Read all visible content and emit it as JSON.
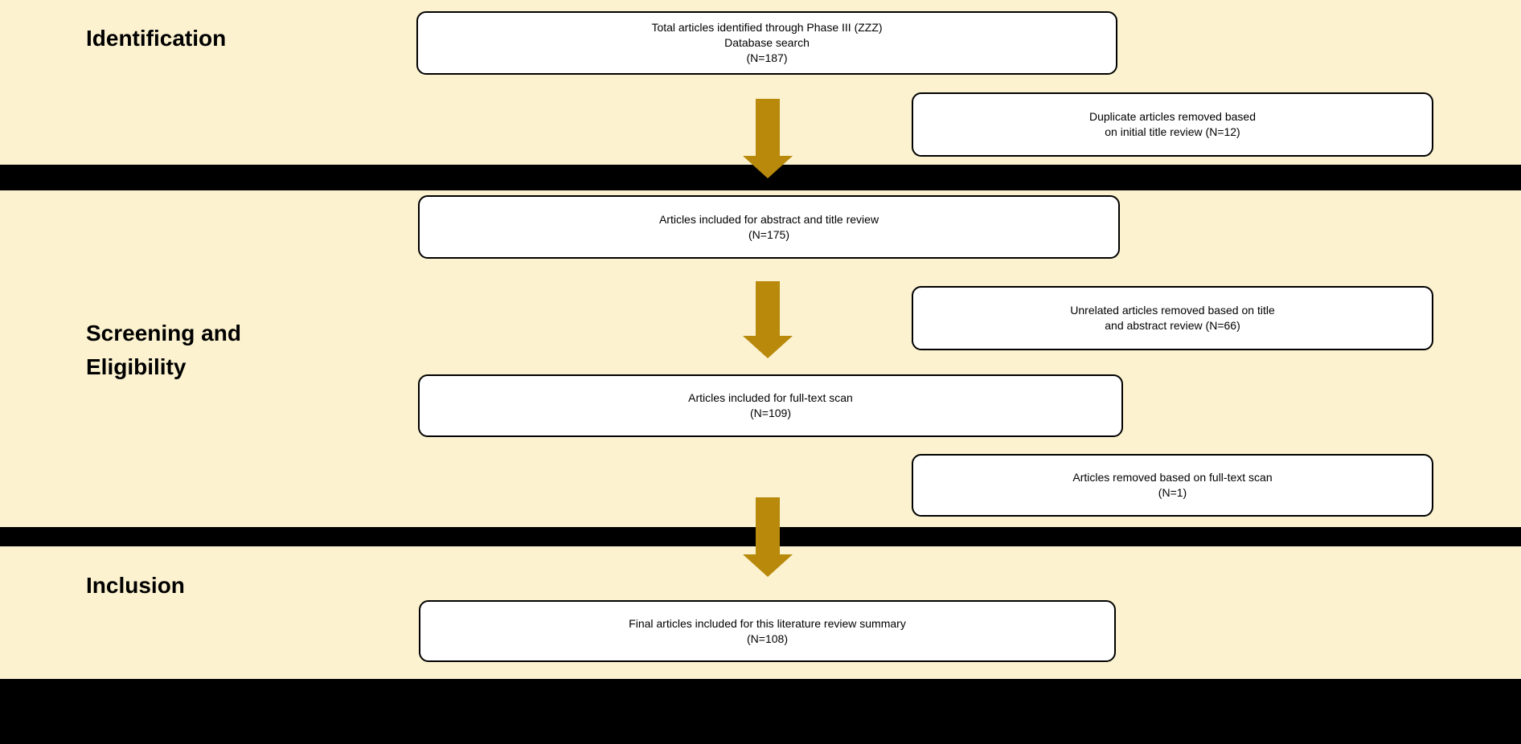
{
  "colors": {
    "background": "#FCF2CF",
    "band": "#000000",
    "arrow": "#B8890B",
    "box_fill": "#FFFFFF",
    "box_border": "#000000",
    "text": "#000000"
  },
  "stage_labels": [
    {
      "id": "identification",
      "lines": [
        "Identification"
      ]
    },
    {
      "id": "screening-and-eligibility",
      "lines": [
        "Screening and",
        "Eligibility"
      ]
    },
    {
      "id": "inclusion",
      "lines": [
        "Inclusion"
      ]
    }
  ],
  "main_boxes": [
    {
      "lines": [
        "Total articles identified through Phase III (ZZZ)",
        "Database search",
        "(N=187)"
      ]
    },
    {
      "lines": [
        "Articles included for abstract and title review",
        "(N=175)"
      ]
    },
    {
      "lines": [
        "Articles included for full-text scan",
        "(N=109)"
      ]
    },
    {
      "lines": [
        "Final articles included for this literature review summary",
        "(N=108)"
      ]
    }
  ],
  "side_boxes": [
    {
      "lines": [
        "Duplicate articles removed based",
        "on initial title review (N=12)"
      ]
    },
    {
      "lines": [
        "Unrelated articles removed based on title",
        "and abstract review (N=66)"
      ]
    },
    {
      "lines": [
        "Articles removed based on full-text scan",
        "(N=1)"
      ]
    }
  ]
}
